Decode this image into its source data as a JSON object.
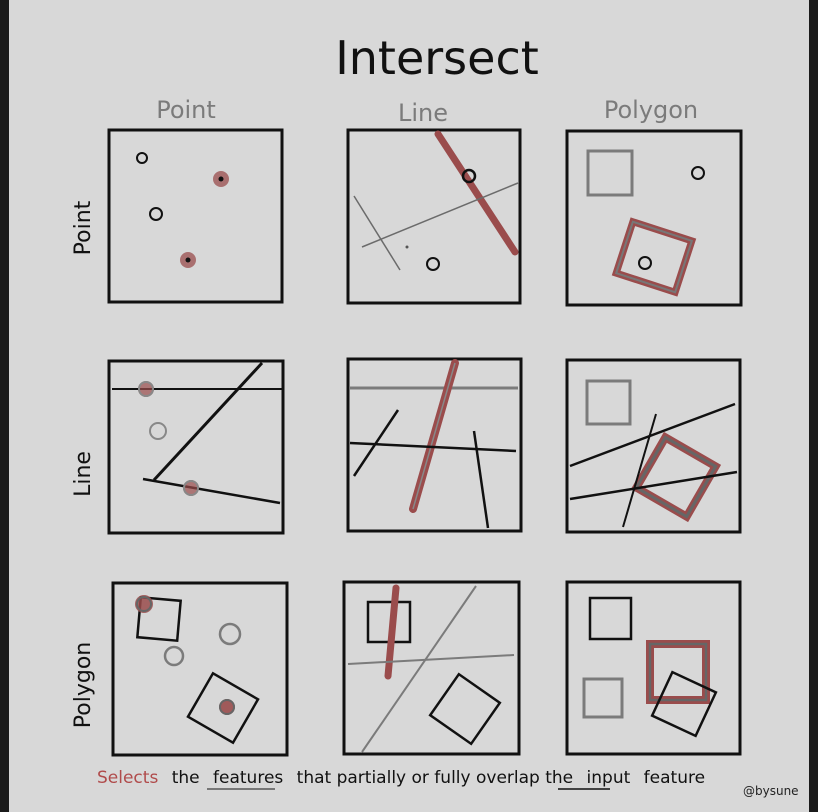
{
  "title": "Intersect",
  "columns": [
    "Point",
    "Line",
    "Polygon"
  ],
  "rows": [
    "Point",
    "Line",
    "Polygon"
  ],
  "caption": {
    "word1": "Selects",
    "word2": "the",
    "word3": "features",
    "word4": "that partially or fully overlap the",
    "word5": "input",
    "word6": "feature"
  },
  "credit": "@bysune",
  "colors": {
    "background": "#d8d8d8",
    "ink": "#111111",
    "gray": "#7b7b7b",
    "selected": "#9a4c4c"
  }
}
